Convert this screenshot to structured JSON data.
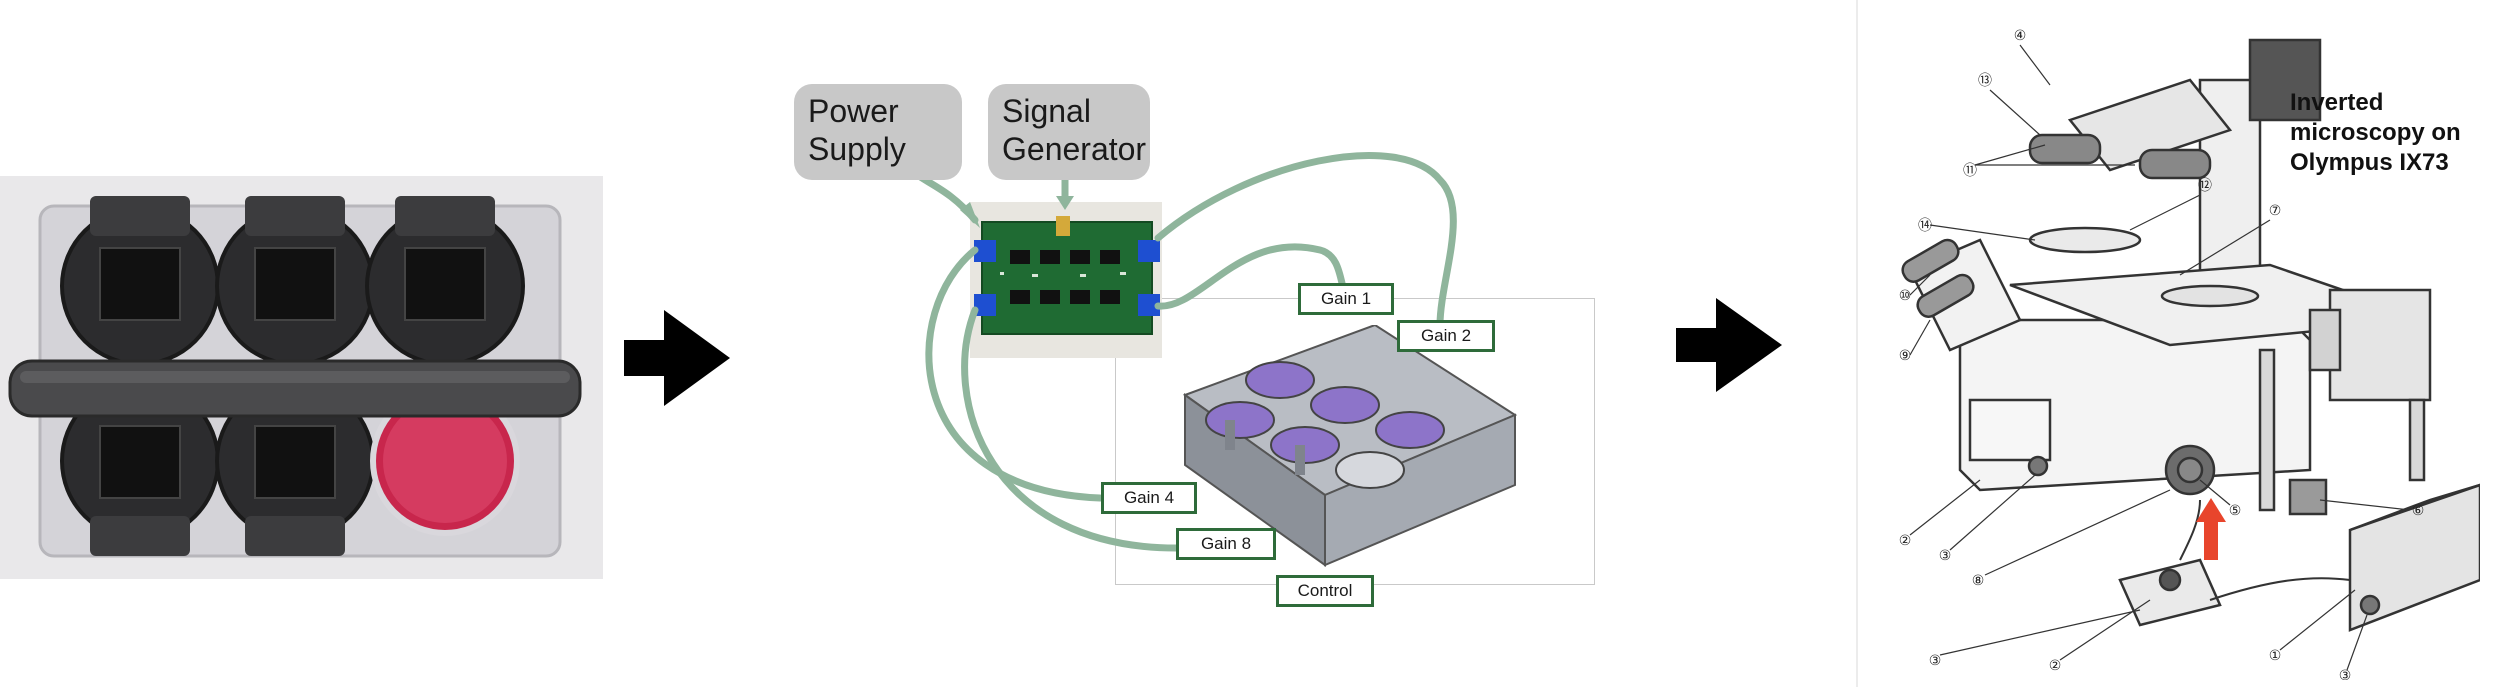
{
  "callouts": {
    "power_supply": "Power\nSupply",
    "signal_generator": "Signal\nGenerator"
  },
  "gains": {
    "gain1": "Gain 1",
    "gain2": "Gain 2",
    "gain4": "Gain 4",
    "gain8": "Gain 8",
    "control": "Control"
  },
  "microscope": {
    "title": "Inverted\nmicroscopy on\nOlympus IX73",
    "part_numbers": [
      "④",
      "⑬",
      "⑪",
      "⑫",
      "⑭",
      "⑦",
      "⑩",
      "⑨",
      "②",
      "③",
      "⑧",
      "⑤",
      "⑥",
      "③",
      "②",
      "①",
      "③"
    ]
  },
  "colors": {
    "wire": "#8fb59c",
    "pcb": "#1e6e34",
    "arrow": "#000000",
    "highlight_arrow": "#e8452c",
    "gain_border": "#2e6b3a",
    "plate_purple": "#8d74c9"
  },
  "icons": {
    "flow_arrow": "right-arrow-icon"
  }
}
